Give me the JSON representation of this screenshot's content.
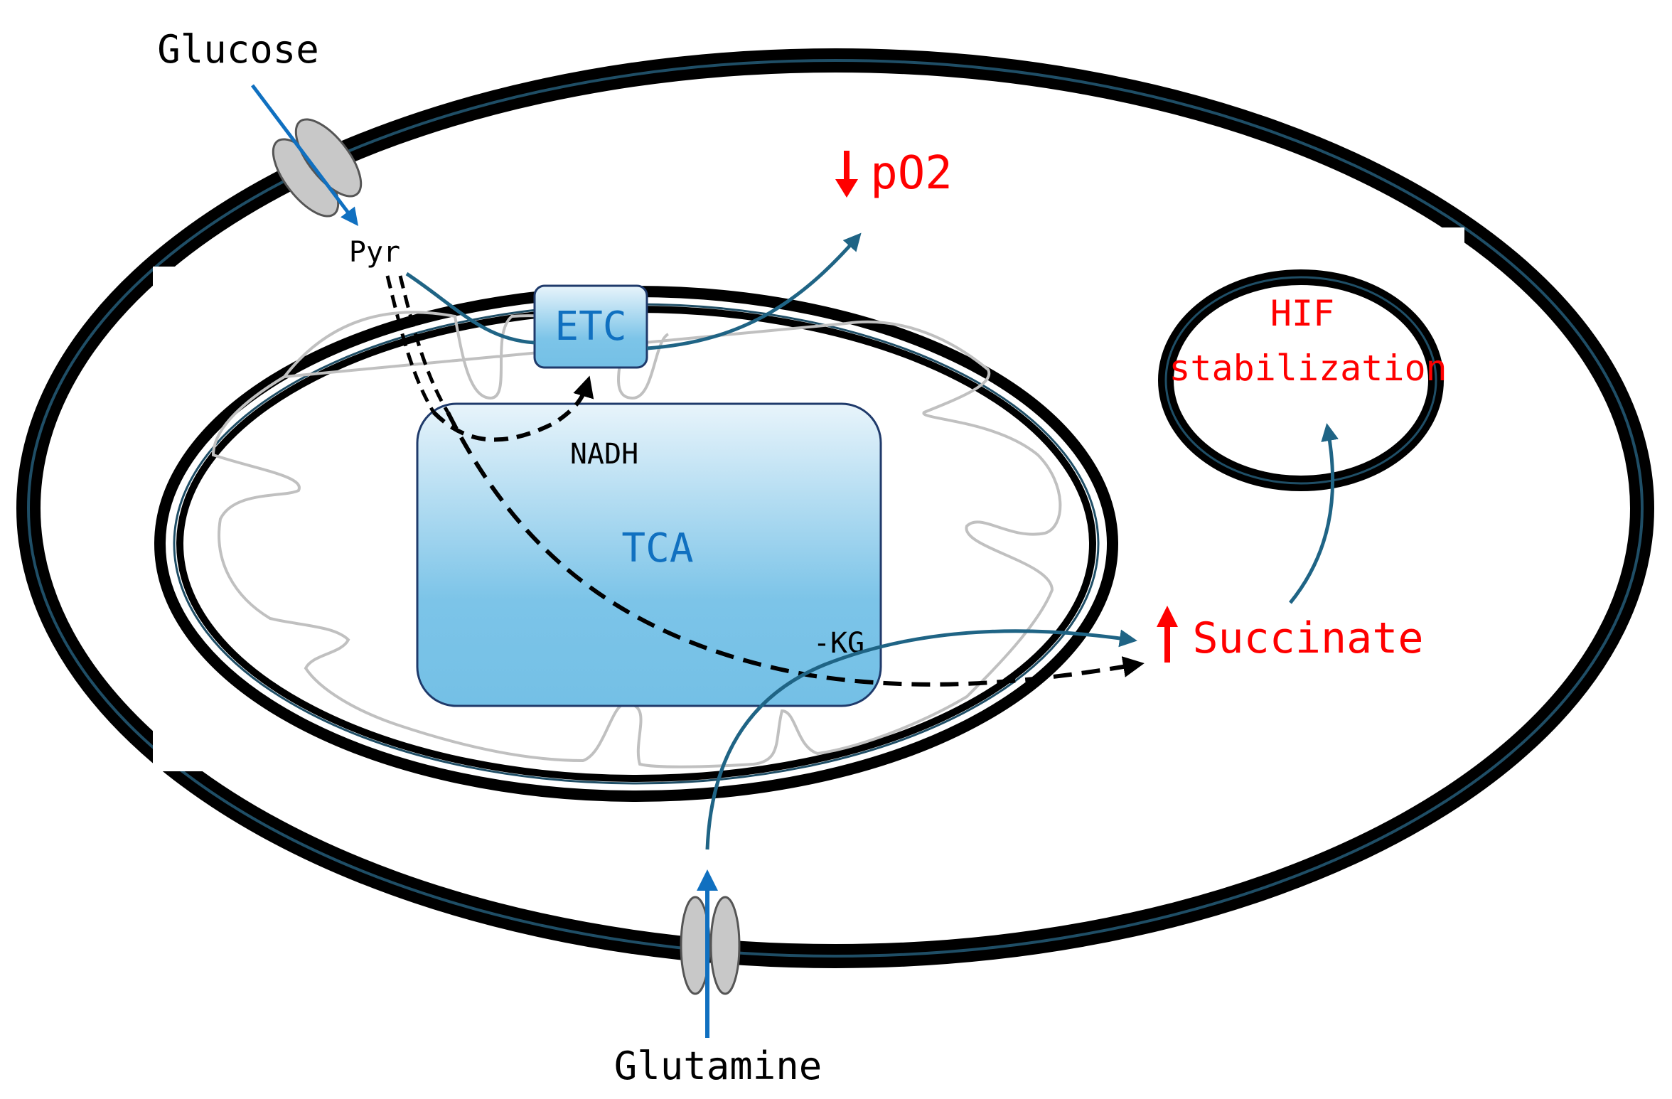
{
  "labels": {
    "glucose": "Glucose",
    "glutamine": "Glutamine",
    "pyr": "Pyr",
    "etc": "ETC",
    "tca": "TCA",
    "nadh": "NADH",
    "akg": "-KG",
    "po2": "pO2",
    "succinate": "Succinate",
    "hif_line1": "HIF",
    "hif_line2": "stabilization"
  },
  "colors": {
    "membrane": "#000000",
    "membrane_inner": "#1f4e66",
    "arrow_teal": "#1f6485",
    "arrow_blue": "#1070c0",
    "highlight_red": "#ff0000",
    "box_fill_top": "#e8f4fb",
    "box_fill_bottom": "#74c0e6",
    "box_border": "#1f3a6b",
    "transporter": "#c8c8c8",
    "cristae": "#c0c0c0"
  },
  "icons": {
    "transporter": "membrane-transporter-icon",
    "decrease": "down-arrow-icon",
    "increase": "up-arrow-icon"
  }
}
